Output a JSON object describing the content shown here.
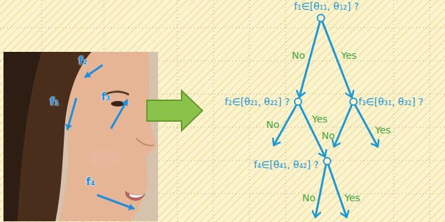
{
  "diagram": {
    "nodes": [
      {
        "text": [
          "f₁∈[θ₁₁, θ₁₂] ?"
        ]
      },
      {
        "text": [
          "f₂∈[θ₂₁, θ₂₂] ?"
        ]
      },
      {
        "text": [
          "f₃∈[θ₃₁, θ₃₂] ?"
        ]
      },
      {
        "text": [
          "f₄∈[θ₄₁, θ₄₂] ?"
        ]
      }
    ],
    "edges": [
      {
        "from": 0,
        "to": 1,
        "arrow": "to",
        "label": "No"
      },
      {
        "from": 0,
        "to": 2,
        "arrow": "to",
        "label": "Yes"
      },
      {
        "from": 1,
        "to": 3,
        "arrow": "to",
        "label": "Yes"
      }
    ],
    "labels": [
      "f₂",
      "f₁",
      "f₃",
      "f₄",
      "No",
      "No",
      "Yes",
      "No",
      "Yes"
    ]
  }
}
